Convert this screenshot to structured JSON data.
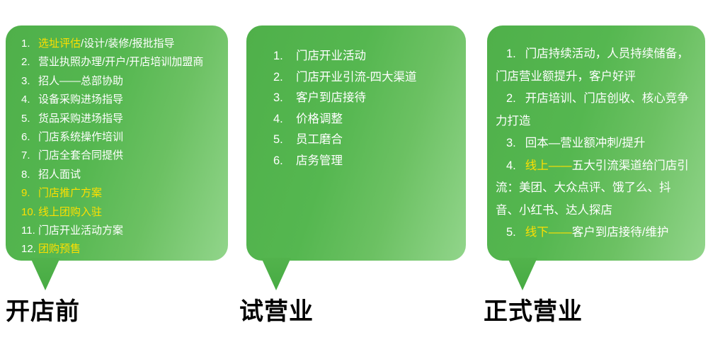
{
  "colors": {
    "bubble_green_dark": "#4fb04a",
    "bubble_green_main": "#55b750",
    "bubble_green_light": "#92d58b",
    "highlight_yellow": "#ffdf00",
    "body_text_white": "#ffffff",
    "stage_label_black": "#000000",
    "background": "#ffffff"
  },
  "panels": [
    {
      "id": "pre-opening",
      "label": "开店前",
      "items": [
        {
          "num": "1.",
          "numColor": "white",
          "segments": [
            {
              "t": "选址评估",
              "c": "yellow"
            },
            {
              "t": "/设计/装修/报批指导",
              "c": "white"
            }
          ]
        },
        {
          "num": "2.",
          "numColor": "white",
          "segments": [
            {
              "t": "营业执照办理/开户/开店培训加盟商",
              "c": "white"
            }
          ]
        },
        {
          "num": "3.",
          "numColor": "white",
          "segments": [
            {
              "t": "招人——总部协助",
              "c": "white"
            }
          ]
        },
        {
          "num": "4.",
          "numColor": "white",
          "segments": [
            {
              "t": "设备采购进场指导",
              "c": "white"
            }
          ]
        },
        {
          "num": "5.",
          "numColor": "white",
          "segments": [
            {
              "t": "货品采购进场指导",
              "c": "white"
            }
          ]
        },
        {
          "num": "6.",
          "numColor": "white",
          "segments": [
            {
              "t": "门店系统操作培训",
              "c": "white"
            }
          ]
        },
        {
          "num": "7.",
          "numColor": "white",
          "segments": [
            {
              "t": "门店全套合同提供",
              "c": "white"
            }
          ]
        },
        {
          "num": "8.",
          "numColor": "white",
          "segments": [
            {
              "t": "招人面试",
              "c": "white"
            }
          ]
        },
        {
          "num": "9.",
          "numColor": "yellow",
          "segments": [
            {
              "t": "门店推广方案",
              "c": "yellow"
            }
          ]
        },
        {
          "num": "10.",
          "numColor": "yellow",
          "segments": [
            {
              "t": "线上团购入驻",
              "c": "yellow"
            }
          ]
        },
        {
          "num": "11.",
          "numColor": "white",
          "segments": [
            {
              "t": "门店开业活动方案",
              "c": "white"
            }
          ]
        },
        {
          "num": "12.",
          "numColor": "white",
          "segments": [
            {
              "t": "团购预售",
              "c": "yellow"
            }
          ]
        }
      ]
    },
    {
      "id": "trial-operation",
      "label": "试营业",
      "items": [
        {
          "num": "1.",
          "numColor": "white",
          "segments": [
            {
              "t": "门店开业活动",
              "c": "white"
            }
          ]
        },
        {
          "num": "2.",
          "numColor": "white",
          "segments": [
            {
              "t": "门店开业引流-四大渠道",
              "c": "white"
            }
          ]
        },
        {
          "num": "3.",
          "numColor": "white",
          "segments": [
            {
              "t": "客户到店接待",
              "c": "white"
            }
          ]
        },
        {
          "num": "4.",
          "numColor": "white",
          "segments": [
            {
              "t": "价格调整",
              "c": "white"
            }
          ]
        },
        {
          "num": "5.",
          "numColor": "white",
          "segments": [
            {
              "t": "员工磨合",
              "c": "white"
            }
          ]
        },
        {
          "num": "6.",
          "numColor": "white",
          "segments": [
            {
              "t": "店务管理",
              "c": "white"
            }
          ]
        }
      ]
    },
    {
      "id": "official-operation",
      "label": "正式营业",
      "items": [
        {
          "num": "1.",
          "numColor": "white",
          "segments": [
            {
              "t": "门店持续活动，人员持续储备，门店营业额提升，客户好评",
              "c": "white"
            }
          ]
        },
        {
          "num": "2.",
          "numColor": "white",
          "segments": [
            {
              "t": "开店培训、门店创收、核心竞争力打造",
              "c": "white"
            }
          ]
        },
        {
          "num": "3.",
          "numColor": "white",
          "segments": [
            {
              "t": "回本—营业额冲刺/提升",
              "c": "white"
            }
          ]
        },
        {
          "num": "4.",
          "numColor": "white",
          "segments": [
            {
              "t": "线上——",
              "c": "yellow"
            },
            {
              "t": "五大引流渠道给门店引流：美团、大众点评、饿了么、抖音、小红书、达人探店",
              "c": "white"
            }
          ]
        },
        {
          "num": "5.",
          "numColor": "white",
          "segments": [
            {
              "t": "线下——",
              "c": "yellow"
            },
            {
              "t": "客户到店接待/维护",
              "c": "white"
            }
          ]
        }
      ]
    }
  ]
}
